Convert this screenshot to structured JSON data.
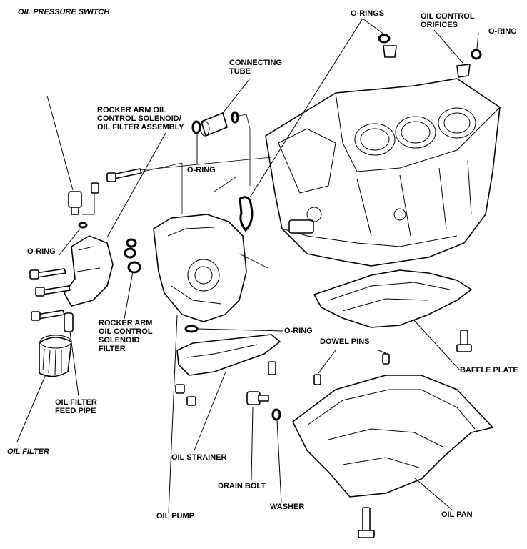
{
  "labels": {
    "oil_pressure_switch": "OIL PRESSURE SWITCH",
    "o_rings_top": "O-RINGS",
    "oil_control_orifices_1": "OIL CONTROL",
    "oil_control_orifices_2": "ORIFICES",
    "o_ring_top_right": "O-RING",
    "connecting_tube_1": "CONNECTING",
    "connecting_tube_2": "TUBE",
    "rocker_assembly_1": "ROCKER ARM OIL",
    "rocker_assembly_2": "CONTROL SOLENOID/",
    "rocker_assembly_3": "OIL FILTER ASSEMBLY",
    "o_ring_tube": "O-RING",
    "o_ring_left": "O-RING",
    "rocker_filter_1": "ROCKER ARM",
    "rocker_filter_2": "OIL CONTROL",
    "rocker_filter_3": "SOLENOID",
    "rocker_filter_4": "FILTER",
    "o_ring_pump": "O-RING",
    "dowel_pins": "DOWEL PINS",
    "baffle_plate": "BAFFLE PLATE",
    "oil_filter_feed_1": "OIL FILTER",
    "oil_filter_feed_2": "FEED PIPE",
    "oil_filter": "OIL FILTER",
    "oil_strainer": "OIL STRAINER",
    "drain_bolt": "DRAIN BOLT",
    "oil_pump": "OIL PUMP",
    "washer": "WASHER",
    "oil_pan": "OIL PAN"
  }
}
